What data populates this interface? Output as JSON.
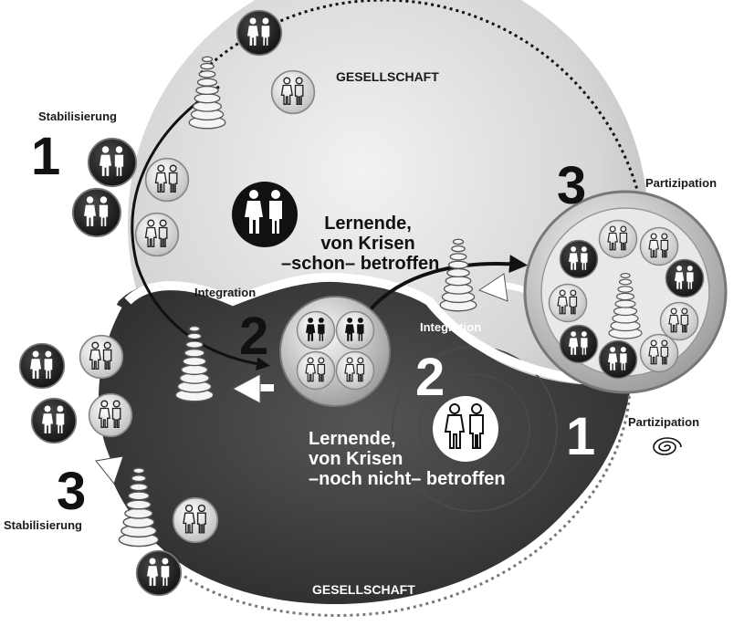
{
  "labels": {
    "gesellschaft_top": "GESELLSCHAFT",
    "gesellschaft_bottom": "GESELLSCHAFT",
    "stabilisierung_top": "Stabilisierung",
    "stabilisierung_bottom": "Stabilisierung",
    "integration_left": "Integration",
    "integration_right": "Integration",
    "partizipation_top": "Partizipation",
    "partizipation_bottom": "Partizipation"
  },
  "numbers": {
    "light_step1": "1",
    "light_step2": "2",
    "light_step3": "3",
    "dark_step1": "1",
    "dark_step2": "2",
    "dark_step3": "3"
  },
  "groups": {
    "affected": [
      "Lernende,",
      "von Krisen",
      "–schon– betroffen"
    ],
    "not_affected": [
      "Lernende,",
      "von Krisen",
      "–noch nicht– betroffen"
    ]
  },
  "icons": [
    "person-pair-dark-icon",
    "person-pair-light-icon",
    "spiral-stack-icon",
    "spiral-icon"
  ],
  "colors": {
    "light_sphere": "#d8d8d8",
    "dark_sphere": "#3d3d3d",
    "white": "#ffffff",
    "black": "#111111"
  }
}
